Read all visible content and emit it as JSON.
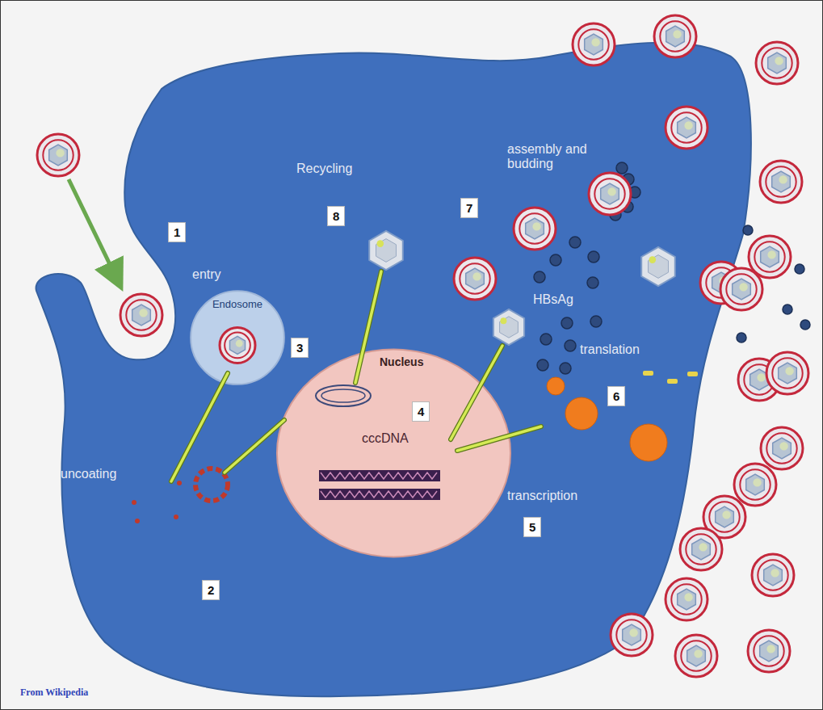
{
  "diagram": {
    "nodes": [
      {
        "text": [
          "Endosome"
        ]
      },
      {
        "text": [
          "Nucleus",
          "cccDNA"
        ]
      }
    ],
    "labels": [
      "1",
      "entry",
      "3",
      "uncoating",
      "2",
      "Recycling",
      "8",
      "7",
      "assembly and budding",
      "HBsAg",
      "translation",
      "6",
      "transcription",
      "5",
      "4",
      "From Wikipedia"
    ]
  }
}
